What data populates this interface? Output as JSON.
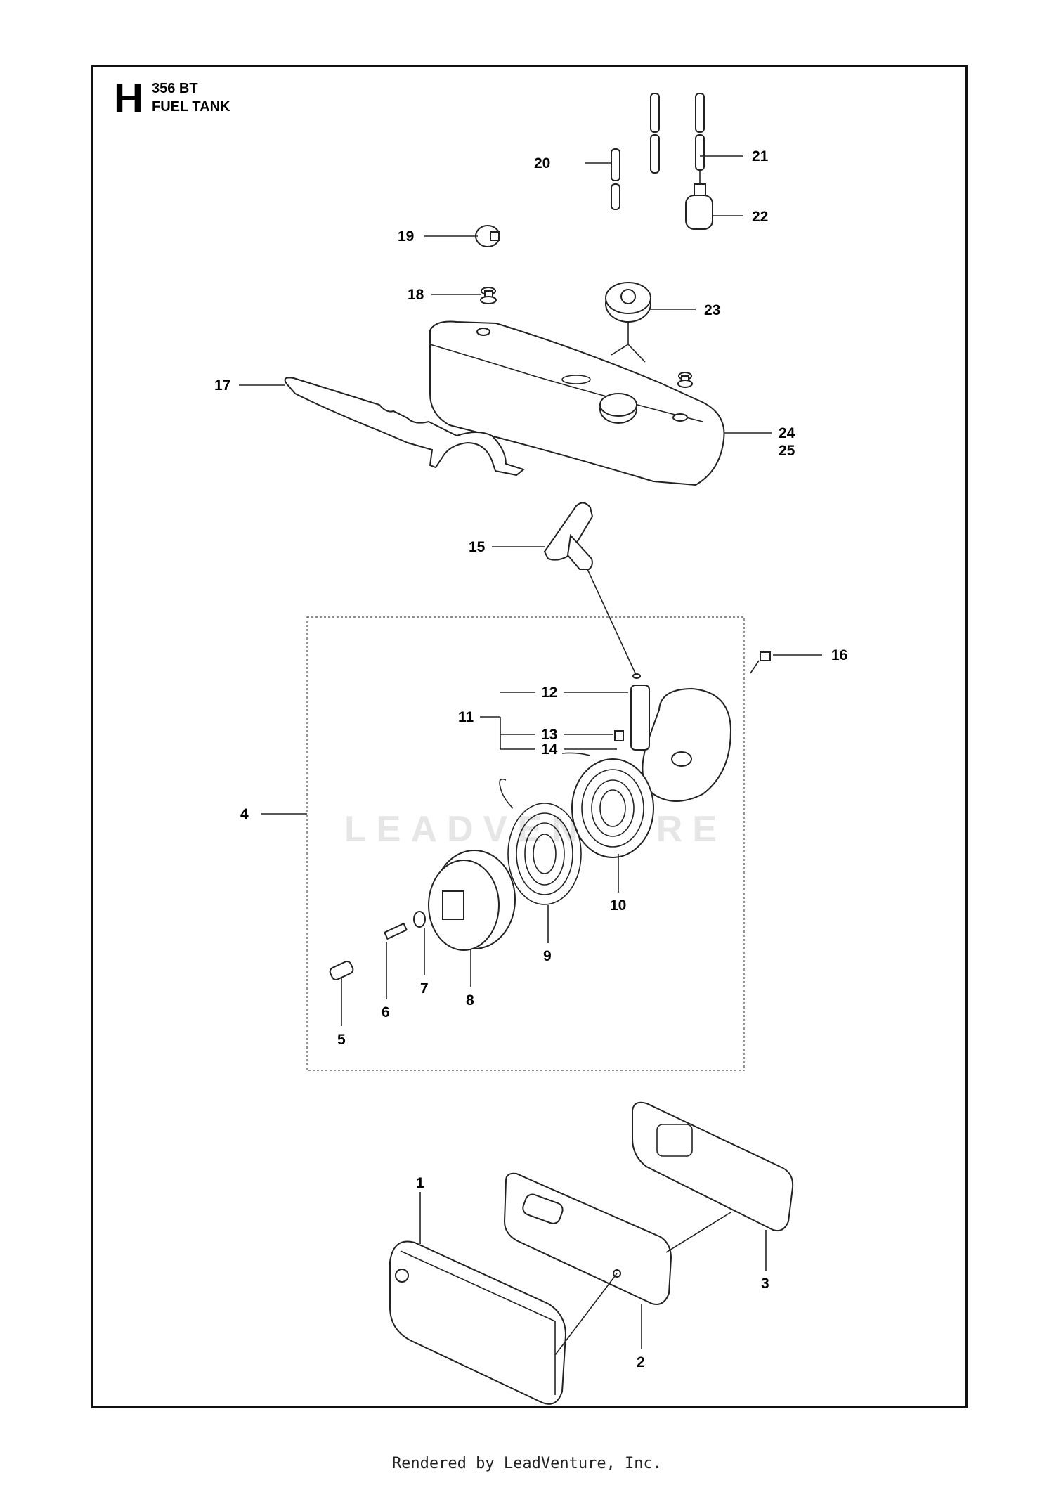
{
  "header": {
    "letter": "H",
    "model": "356 BT",
    "title": "FUEL TANK"
  },
  "watermark": "LEADVENTURE",
  "footer": "Rendered by LeadVenture, Inc.",
  "callouts": {
    "c1": "1",
    "c2": "2",
    "c3": "3",
    "c4": "4",
    "c5": "5",
    "c6": "6",
    "c7": "7",
    "c8": "8",
    "c9": "9",
    "c10": "10",
    "c11": "11",
    "c12": "12",
    "c13": "13",
    "c14": "14",
    "c15": "15",
    "c16": "16",
    "c17": "17",
    "c18": "18",
    "c19": "19",
    "c20": "20",
    "c21": "21",
    "c22": "22",
    "c23": "23",
    "c24": "24",
    "c25": "25"
  }
}
